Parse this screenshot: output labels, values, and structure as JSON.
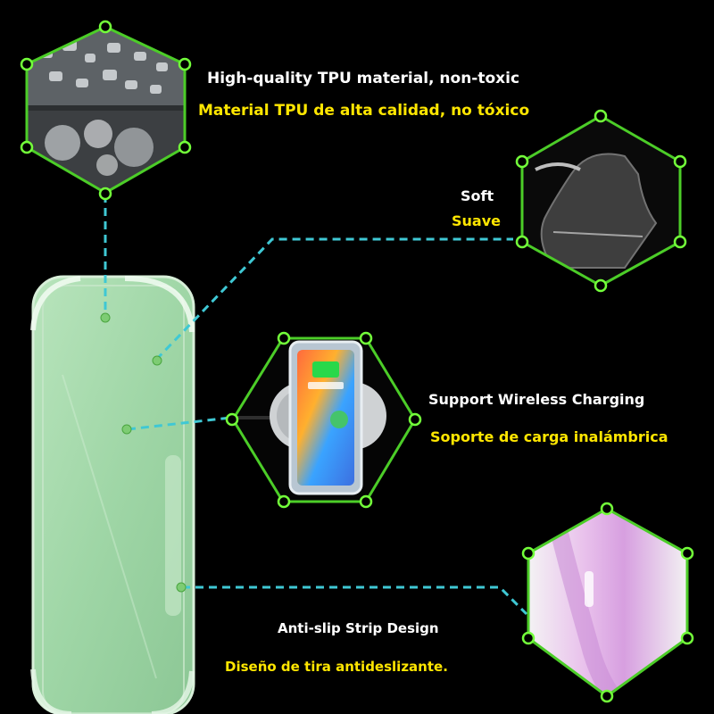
{
  "features": {
    "tpu": {
      "title_en": "High-quality TPU material, non-toxic",
      "title_es": "Material TPU de alta calidad, no tóxico",
      "icon": "crystal-pellets-image"
    },
    "soft": {
      "title_en": "Soft",
      "title_es": "Suave",
      "icon": "bent-case-image"
    },
    "wireless": {
      "title_en": "Support Wireless Charging",
      "title_es": "Soporte de carga inalámbrica",
      "icon": "phone-on-charger-image"
    },
    "antislip": {
      "title_en": "Anti-slip Strip Design",
      "title_es": "Diseño  de tira antideslizante.",
      "icon": "pink-phone-edge-image"
    }
  },
  "colors": {
    "background": "#000000",
    "text_en": "#ffffff",
    "text_es": "#ffe600",
    "hex_border": "#4ccd28",
    "node": "#73ff3a",
    "connector": "#3fc8d4",
    "case_tint": "#9fd6a6"
  }
}
